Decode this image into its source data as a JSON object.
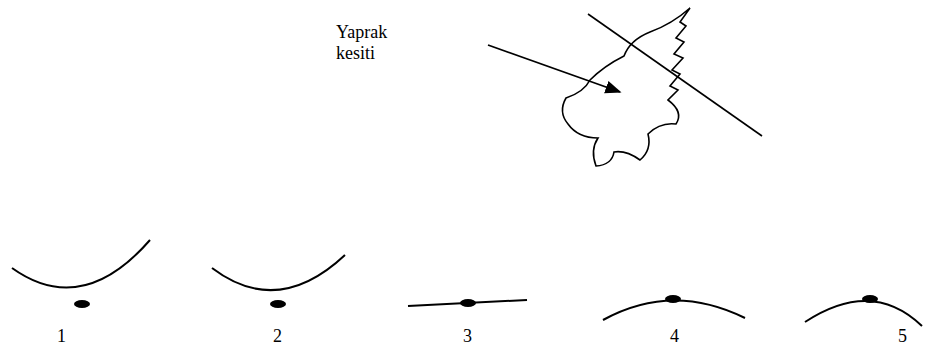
{
  "diagram": {
    "labels": [
      "Yaprak kesiti",
      "1",
      "2",
      "3",
      "4",
      "5"
    ]
  }
}
